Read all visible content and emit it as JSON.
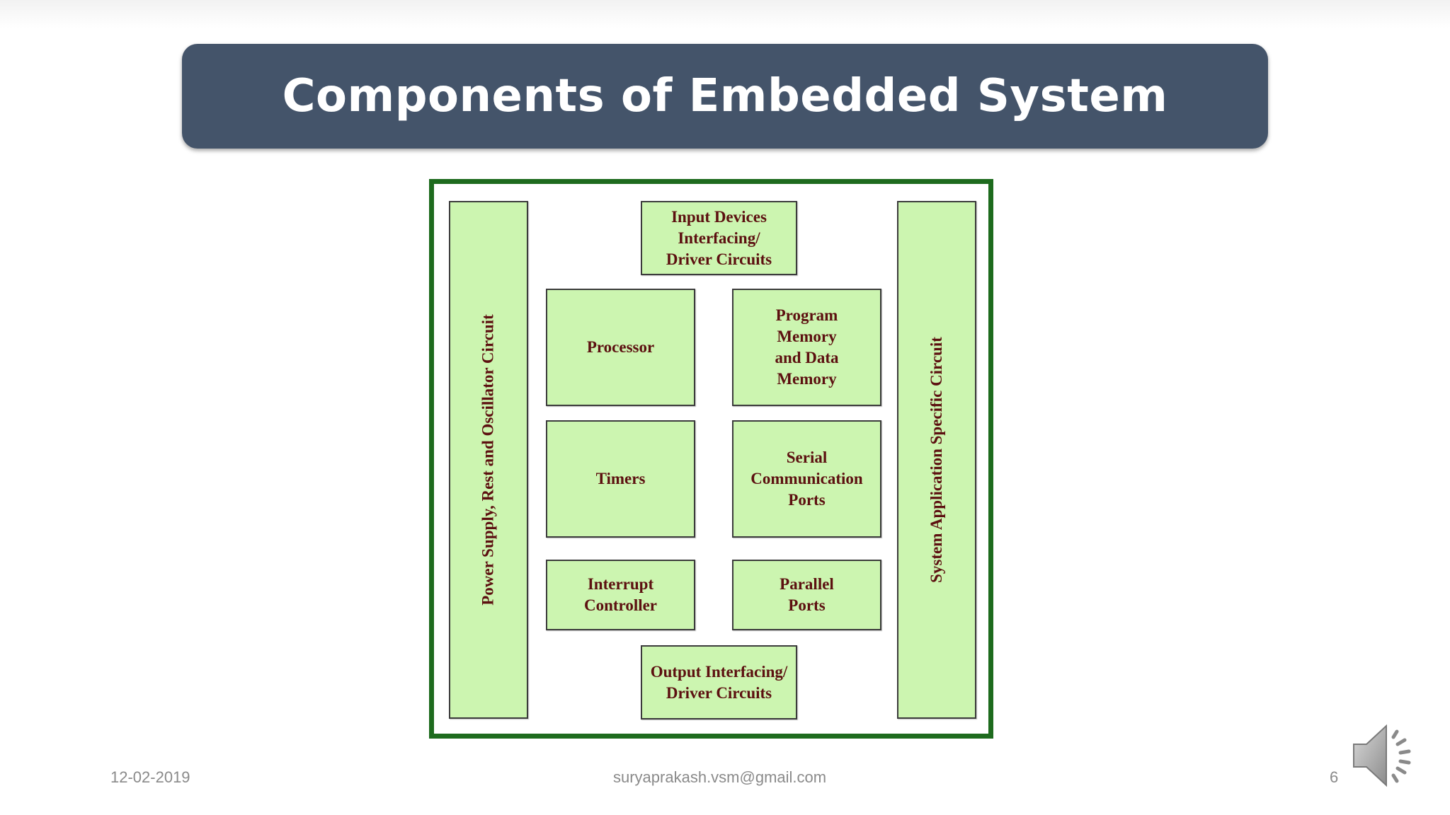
{
  "slide": {
    "title": "Components of Embedded System",
    "footer": {
      "date": "12-02-2019",
      "email": "suryaprakash.vsm@gmail.com",
      "page_number": "6"
    },
    "audio_icon": "speaker-icon"
  },
  "diagram": {
    "frame_color": "#1e6b1e",
    "block_fill": "#ccf5b0",
    "text_color": "#5c1010",
    "left_bar": "Power Supply, Rest and Oscillator Circuit",
    "right_bar": "System Application Specific Circuit",
    "input_devices": "Input Devices\nInterfacing/\nDriver Circuits",
    "processor": "Processor",
    "program_memory": "Program\nMemory\nand Data\nMemory",
    "timers": "Timers",
    "serial_ports": "Serial\nCommunication\nPorts",
    "interrupt_controller": "Interrupt\nController",
    "parallel_ports": "Parallel\nPorts",
    "output_interfacing": "Output Interfacing/\nDriver Circuits"
  }
}
